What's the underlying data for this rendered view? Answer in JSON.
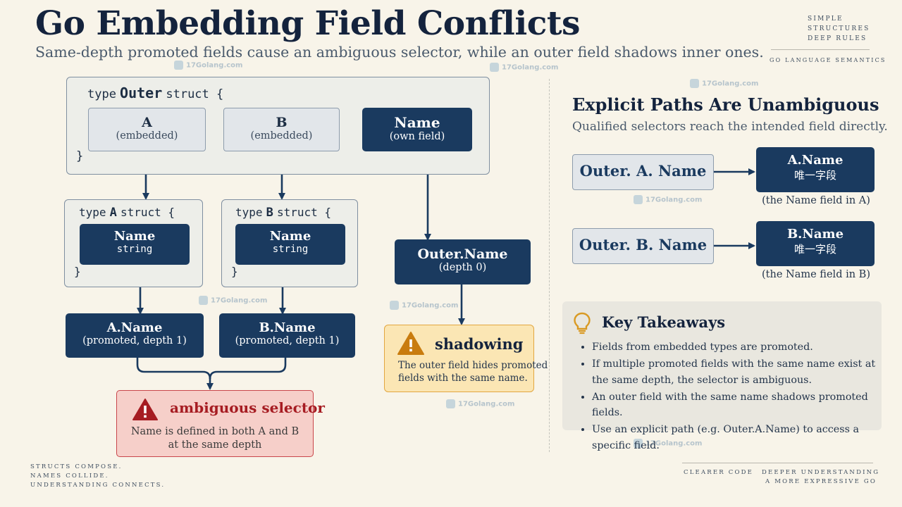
{
  "header": {
    "title": "Go Embedding Field Conflicts",
    "subtitle": "Same-depth promoted fields cause an ambiguous selector, while an outer field shadows inner ones.",
    "tagline": [
      "SIMPLE",
      "STRUCTURES",
      "DEEP RULES"
    ],
    "tag_small": "GO LANGUAGE SEMANTICS"
  },
  "watermark": "17Golang.com",
  "outer_struct": {
    "open_kw": "type",
    "name": "Outer",
    "struct_kw": "struct {",
    "close": "}",
    "fields": [
      {
        "name": "A",
        "desc": "(embedded)"
      },
      {
        "name": "B",
        "desc": "(embedded)"
      },
      {
        "name": "Name",
        "desc": "(own field)"
      }
    ]
  },
  "struct_a": {
    "open_kw": "type",
    "name": "A",
    "struct_kw": "struct {",
    "field_name": "Name",
    "field_type": "string",
    "close": "}"
  },
  "struct_b": {
    "open_kw": "type",
    "name": "B",
    "struct_kw": "struct {",
    "field_name": "Name",
    "field_type": "string",
    "close": "}"
  },
  "promoted": [
    {
      "name": "A.Name",
      "desc": "(promoted, depth 1)"
    },
    {
      "name": "B.Name",
      "desc": "(promoted, depth 1)"
    }
  ],
  "outer_name": {
    "name": "Outer.Name",
    "desc": "(depth 0)"
  },
  "ambiguous": {
    "title": "ambiguous selector",
    "line1": "Name is defined in both A and B",
    "line2": "at the same depth"
  },
  "shadowing": {
    "title": "shadowing",
    "line1": "The outer field hides promoted",
    "line2": "fields with the same name."
  },
  "explicit": {
    "title": "Explicit Paths Are Unambiguous",
    "subtitle": "Qualified selectors reach the intended field directly.",
    "paths": [
      {
        "selector": "Outer. A. Name",
        "target": "A.Name",
        "target_sub": "唯一字段",
        "caption": "(the Name field in A)"
      },
      {
        "selector": "Outer. B. Name",
        "target": "B.Name",
        "target_sub": "唯一字段",
        "caption": "(the Name field in B)"
      }
    ]
  },
  "takeaways": {
    "title": "Key Takeaways",
    "items": [
      "Fields from embedded types are promoted.",
      "If multiple promoted fields with the same name exist at the same depth, the selector is ambiguous.",
      "An outer field with the same name shadows promoted fields.",
      "Use an explicit path (e.g. Outer.A.Name) to access a specific field."
    ]
  },
  "footer": {
    "left": [
      "STRUCTS COMPOSE.",
      "NAMES COLLIDE.",
      "UNDERSTANDING CONNECTS."
    ],
    "right_col1": "CLEARER CODE",
    "right_col2": [
      "DEEPER UNDERSTANDING",
      "A MORE EXPRESSIVE GO"
    ]
  },
  "colors": {
    "navy": "#1a3a5f",
    "error_fill": "#f6cfc9",
    "error_border": "#c9464b",
    "error_text": "#a61c22",
    "warn_fill": "#fbe6b4",
    "warn_border": "#e2a640",
    "background": "#f8f4e9"
  }
}
